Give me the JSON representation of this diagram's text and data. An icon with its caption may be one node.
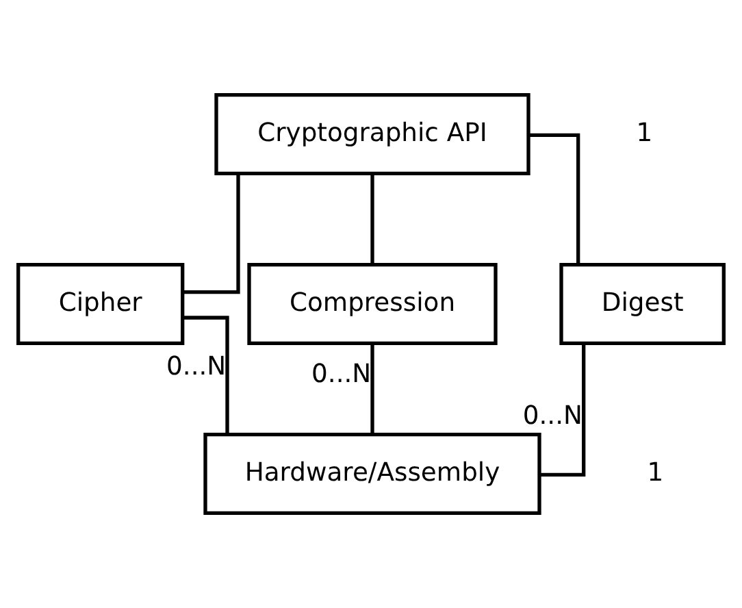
{
  "diagram": {
    "nodes": [
      {
        "text": [
          "Cryptographic API"
        ]
      },
      {
        "text": [
          "Cipher"
        ]
      },
      {
        "text": [
          "Compression"
        ]
      },
      {
        "text": [
          "Digest"
        ]
      },
      {
        "text": [
          "Hardware/Assembly"
        ]
      }
    ],
    "edges": [
      {
        "from": 0,
        "to": 1,
        "arrow": "none"
      },
      {
        "from": 0,
        "to": 2,
        "arrow": "none"
      },
      {
        "from": 0,
        "to": 3,
        "arrow": "none"
      },
      {
        "from": 1,
        "to": 4,
        "arrow": "none",
        "label": "0...N"
      },
      {
        "from": 2,
        "to": 4,
        "arrow": "none",
        "label": "0...N"
      },
      {
        "from": 3,
        "to": 4,
        "arrow": "none",
        "label": "0...N"
      }
    ],
    "labels": [
      "1",
      "1"
    ]
  }
}
